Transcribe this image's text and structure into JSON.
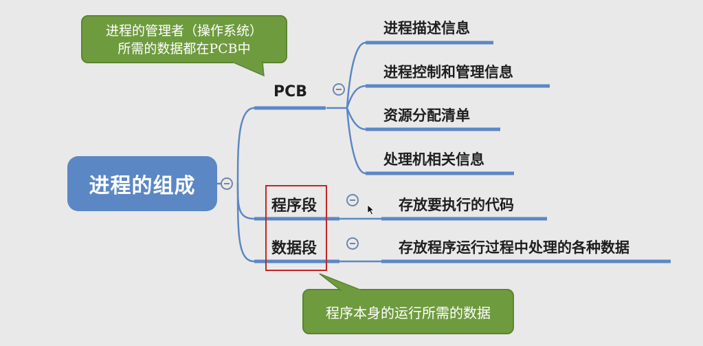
{
  "root": {
    "label": "进程的组成"
  },
  "branches": {
    "pcb": {
      "label": "PCB",
      "children": [
        "进程描述信息",
        "进程控制和管理信息",
        "资源分配清单",
        "处理机相关信息"
      ]
    },
    "program": {
      "label": "程序段",
      "children": [
        "存放要执行的代码"
      ]
    },
    "data": {
      "label": "数据段",
      "children": [
        "存放程序运行过程中处理的各种数据"
      ]
    }
  },
  "callouts": {
    "top": {
      "lines": [
        "进程的管理者（操作系统）",
        "所需的数据都在PCB中"
      ]
    },
    "bottom": {
      "text": "程序本身的运行所需的数据"
    }
  },
  "colors": {
    "background": "#e9e9e9",
    "root_fill": "#5b87c5",
    "connector": "#5b87c5",
    "callout_fill": "#6f9b3f",
    "highlight_border": "#c42424"
  },
  "icons": {
    "collapse": "minus-circle-icon",
    "pointer": "mouse-cursor-icon"
  }
}
